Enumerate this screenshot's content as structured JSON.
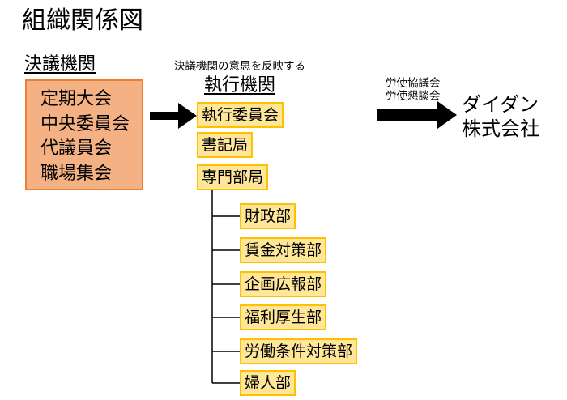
{
  "title": "組織関係図",
  "decision": {
    "heading": "決議機関",
    "items": [
      "定期大会",
      "中央委員会",
      "代議員会",
      "職場集会"
    ]
  },
  "executive": {
    "caption": "決議機関の意思を反映する",
    "heading": "執行機関",
    "main_boxes": [
      "執行委員会",
      "書記局",
      "専門部局"
    ],
    "sub_boxes": [
      "財政部",
      "賃金対策部",
      "企画広報部",
      "福利厚生部",
      "労働条件対策部",
      "婦人部"
    ]
  },
  "relation": {
    "labels": [
      "労使協議会",
      "労使懇談会"
    ]
  },
  "company": {
    "lines": [
      "ダイダン",
      "株式会社"
    ]
  },
  "colors": {
    "decision_fill": "#f4b183",
    "decision_border": "#ed7d31",
    "box_fill": "#ffe699",
    "box_border": "#ffc000",
    "arrow": "#000000"
  }
}
